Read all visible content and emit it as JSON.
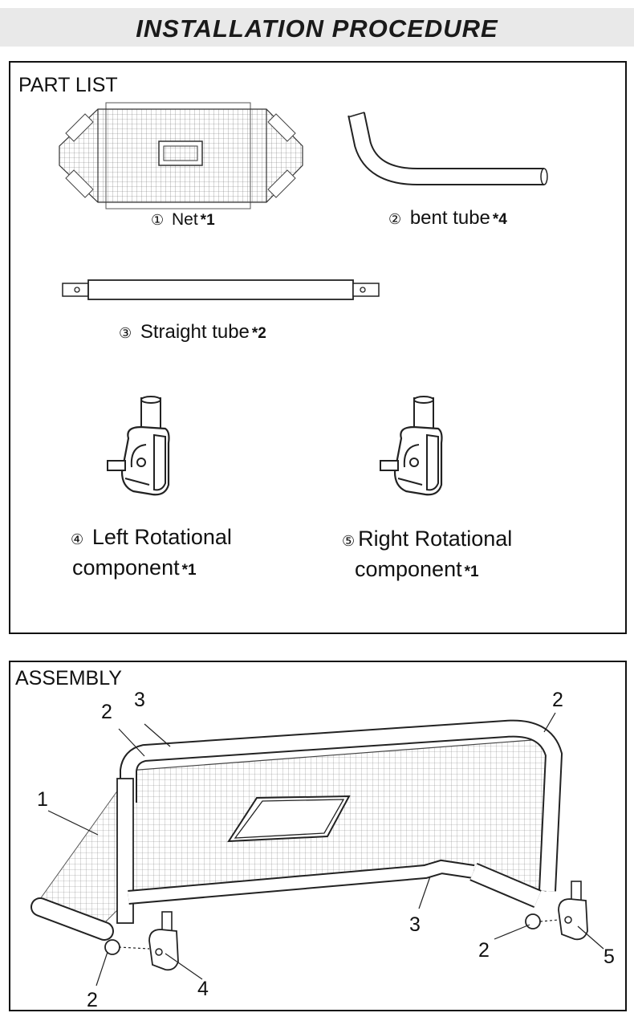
{
  "header": {
    "title": "INSTALLATION PROCEDURE"
  },
  "part_list": {
    "heading": "PART LIST",
    "items": [
      {
        "num": "①",
        "name": "Net",
        "qty": "*1"
      },
      {
        "num": "②",
        "name": "bent tube",
        "qty": "*4"
      },
      {
        "num": "③",
        "name": "Straight tube",
        "qty": "*2"
      },
      {
        "num": "④",
        "name_line1": "Left Rotational",
        "name_line2": "component",
        "qty": "*1"
      },
      {
        "num": "⑤",
        "name_line1": "Right Rotational",
        "name_line2": "component",
        "qty": "*1"
      }
    ]
  },
  "assembly": {
    "heading": "ASSEMBLY",
    "callouts": [
      "1",
      "2",
      "3",
      "2",
      "2",
      "3",
      "2",
      "4",
      "5"
    ]
  }
}
